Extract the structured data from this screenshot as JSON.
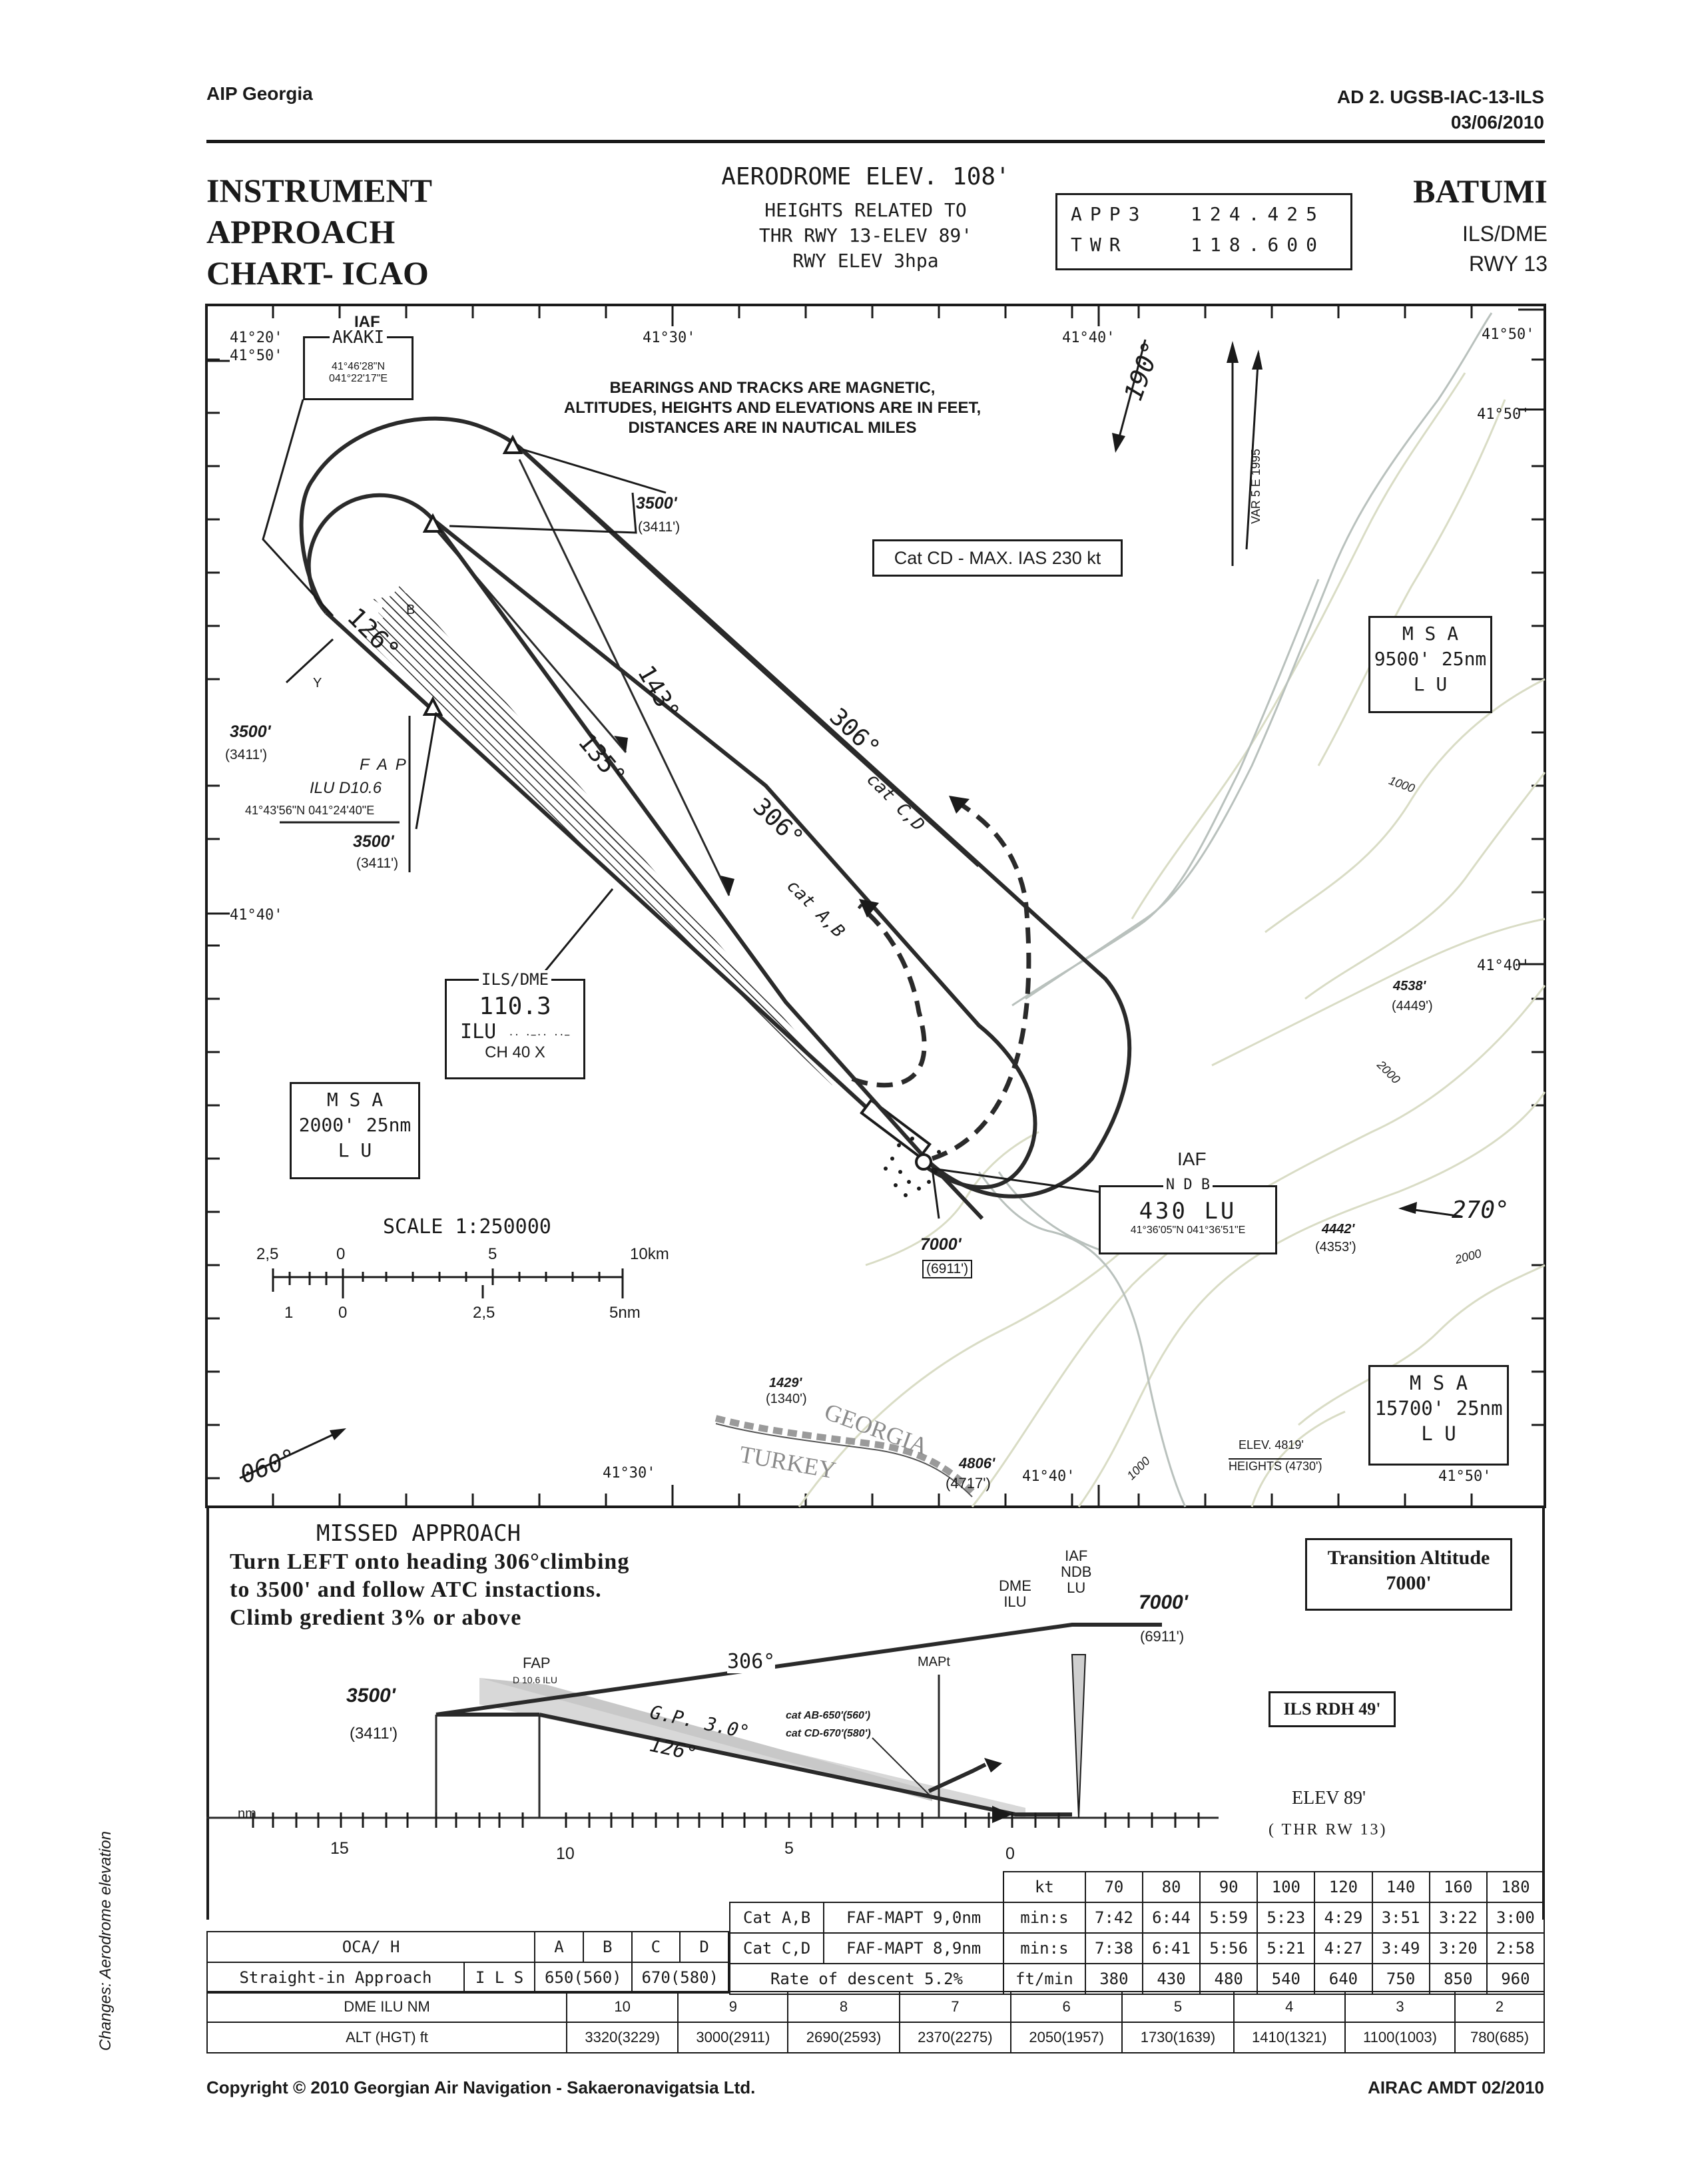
{
  "header": {
    "publisher": "AIP Georgia",
    "doc_id": "AD 2. UGSB-IAC-13-ILS",
    "doc_date": "03/06/2010",
    "chart_title": [
      "INSTRUMENT",
      "APPROACH",
      "CHART- ICAO"
    ],
    "aerodrome_elev": "AERODROME ELEV. 108'",
    "heights_note": [
      "HEIGHTS RELATED TO",
      "THR RWY 13-ELEV 89'",
      "RWY ELEV 3hpa"
    ],
    "freq_app": {
      "label": "APP3",
      "value": "124.425"
    },
    "freq_twr": {
      "label": "TWR",
      "value": "118.600"
    },
    "city": "BATUMI",
    "procedure": "ILS/DME",
    "runway": "RWY 13"
  },
  "plan": {
    "lat_tl1": "41°20'",
    "lat_tl2": "41°50'",
    "top_long": [
      "41°30'",
      "41°40'",
      "41°50'"
    ],
    "right_lat_top": "41°50'",
    "left_lat_mid": "41°40'",
    "right_lat_mid": "41°40'",
    "bottom_long": [
      "41°30'",
      "41°40'",
      "41°50'"
    ],
    "note": [
      "BEARINGS AND TRACKS ARE MAGNETIC,",
      "ALTITUDES, HEIGHTS AND ELEVATIONS ARE IN FEET,",
      "DISTANCES ARE IN NAUTICAL MILES"
    ],
    "catcd": "Cat CD - MAX. IAS 230 kt",
    "iaf_akaki": {
      "label": "IAF",
      "name": "AKAKI",
      "lat": "41°46'28\"N",
      "lon": "041°22'17\"E"
    },
    "hold_alt": "3500'",
    "hold_hgt": "(3411')",
    "left_alt": "3500'",
    "left_hgt": "(3411')",
    "fap": {
      "label": "F A P",
      "name": "ILU D10.6",
      "coord": "41°43'56\"N 041°24'40\"E",
      "alt": "3500'",
      "hgt": "(3411')"
    },
    "ils": {
      "label": "ILS/DME",
      "freq": "110.3",
      "ident": "ILU",
      "morse": "·· ·−·· ··−",
      "ch": "CH 40 X"
    },
    "msa_left": {
      "title": "M S A",
      "value": "2000' 25nm",
      "ident": "L U"
    },
    "msa_right_top": {
      "title": "M S A",
      "value": "9500' 25nm",
      "ident": "L U"
    },
    "msa_right_bot": {
      "title": "M S A",
      "value": "15700' 25nm",
      "ident": "L U"
    },
    "tracks": {
      "t126": "126°",
      "t143": "143°",
      "t135": "135°",
      "t306a": "306°",
      "t306b": "306°",
      "catab": "cat A,B",
      "catcd": "cat C,D",
      "b190": "190°",
      "b270": "270°",
      "b060": "060°"
    },
    "var": "VAR 5 E 1995",
    "ndb": {
      "label": "IAF",
      "name": "N D B",
      "freq": "430 LU",
      "coord": "41°36'05\"N 041°36'51\"E",
      "alt": "7000'",
      "hgt": "(6911')"
    },
    "spot_elevs": [
      {
        "alt": "4538'",
        "hgt": "(4449')"
      },
      {
        "alt": "4442'",
        "hgt": "(4353')"
      },
      {
        "alt": "1429'",
        "hgt": "(1340')"
      },
      {
        "alt": "4806'",
        "hgt": "(4717')"
      }
    ],
    "contours": [
      "1000",
      "2000",
      "2000",
      "1000"
    ],
    "elev_heights": [
      "ELEV. 4819'",
      "HEIGHTS (4730')"
    ],
    "border": [
      "GEORGIA",
      "TURKEY"
    ],
    "hold_letters": [
      "B",
      "Y"
    ],
    "scale": {
      "title": "SCALE 1:250000",
      "km_labels": [
        "2,5",
        "0",
        "5",
        "10km"
      ],
      "nm_labels": [
        "1",
        "0",
        "2,5",
        "5nm"
      ]
    }
  },
  "profile": {
    "missed_title": "MISSED APPROACH",
    "missed_text": [
      "Turn LEFT onto heading 306°climbing",
      "to 3500' and follow ATC instactions.",
      "Climb gredient 3% or above"
    ],
    "transition": {
      "label": "Transition Altitude",
      "value": "7000'"
    },
    "ils_rdh": "ILS RDH 49'",
    "dme_label": [
      "DME",
      "ILU"
    ],
    "iaf_label": [
      "IAF",
      "NDB",
      "LU"
    ],
    "alt7000": "7000'",
    "hgt6911": "(6911')",
    "fap_label": "FAP",
    "fap_sub": "D 10.6 ILU",
    "alt3500": "3500'",
    "hgt3411": "(3411')",
    "track306": "306°",
    "mapt": "MAPt",
    "gp": "G.P. 3.0°",
    "track126": "126°",
    "catab_mda": "cat AB-650'(560')",
    "catcd_mda": "cat CD-670'(580')",
    "elev_thr": "ELEV 89'",
    "thr_rw": "( THR RW 13)",
    "nm": "nm",
    "axis": [
      "15",
      "10",
      "5",
      "0"
    ]
  },
  "speed_table": {
    "header": [
      "kt",
      "70",
      "80",
      "90",
      "100",
      "120",
      "140",
      "160",
      "180"
    ],
    "rows": [
      {
        "cat": "Cat A,B",
        "faf": "FAF-MAPT 9,0nm",
        "unit": "min:s",
        "vals": [
          "7:42",
          "6:44",
          "5:59",
          "5:23",
          "4:29",
          "3:51",
          "3:22",
          "3:00"
        ]
      },
      {
        "cat": "Cat C,D",
        "faf": "FAF-MAPT 8,9nm",
        "unit": "min:s",
        "vals": [
          "7:38",
          "6:41",
          "5:56",
          "5:21",
          "4:27",
          "3:49",
          "3:20",
          "2:58"
        ]
      },
      {
        "cat": "",
        "faf": "Rate of descent 5.2%",
        "unit": "ft/min",
        "vals": [
          "380",
          "430",
          "480",
          "540",
          "640",
          "750",
          "850",
          "960"
        ]
      }
    ]
  },
  "oca_table": {
    "header": [
      "OCA/ H",
      "A",
      "B",
      "C",
      "D"
    ],
    "row": {
      "label": "Straight-in Approach",
      "ils": "I L S",
      "ab": "650(560)",
      "cd": "670(580)"
    }
  },
  "dme_table": {
    "dme_label": "DME ILU NM",
    "alt_label": "ALT (HGT) ft",
    "dme": [
      "10",
      "9",
      "8",
      "7",
      "6",
      "5",
      "4",
      "3",
      "2"
    ],
    "alt": [
      "3320(3229)",
      "3000(2911)",
      "2690(2593)",
      "2370(2275)",
      "2050(1957)",
      "1730(1639)",
      "1410(1321)",
      "1100(1003)",
      "780(685)"
    ]
  },
  "footer": {
    "changes": "Changes: Aerodrome elevation",
    "copyright": "Copyright © 2010 Georgian Air Navigation - Sakaeronavigatsia Ltd.",
    "airac": "AIRAC AMDT 02/2010"
  }
}
